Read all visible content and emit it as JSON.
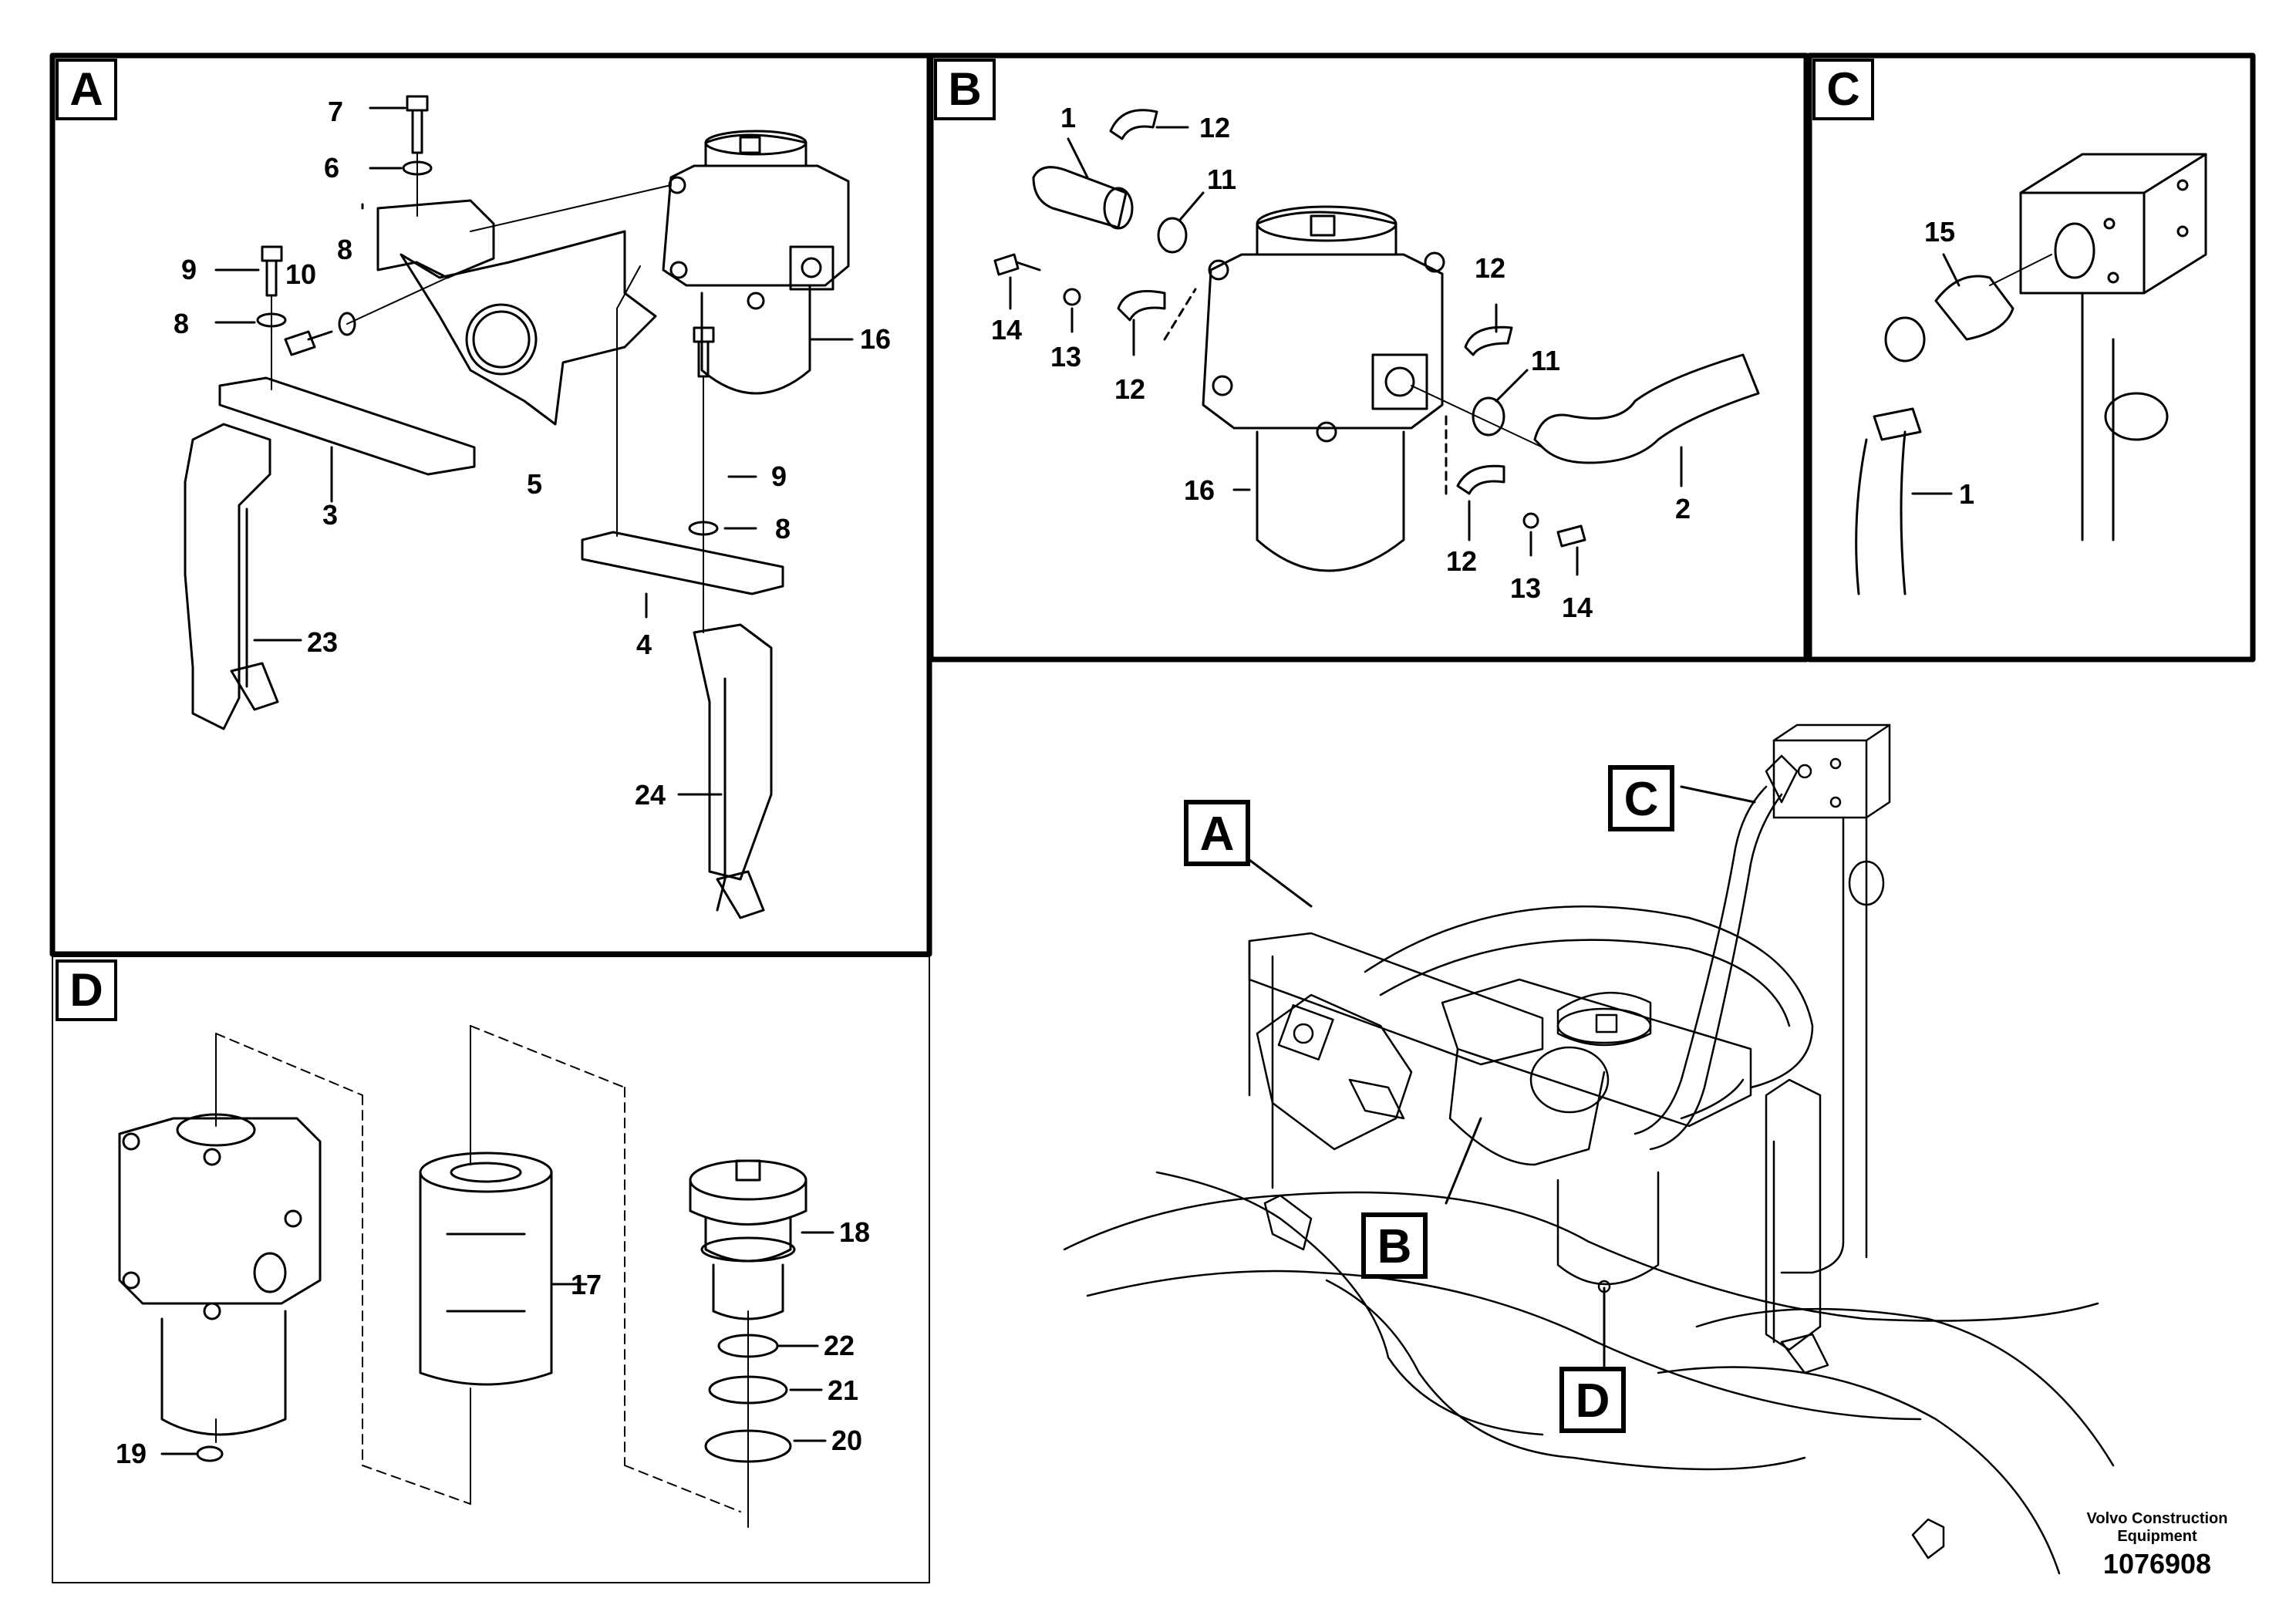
{
  "panels": {
    "A": {
      "label": "A"
    },
    "B": {
      "label": "B"
    },
    "C": {
      "label": "C"
    },
    "D": {
      "label": "D"
    }
  },
  "callouts_overview": {
    "A": "A",
    "B": "B",
    "C": "C",
    "D": "D"
  },
  "parts_a": [
    {
      "id": "a7",
      "text": "7"
    },
    {
      "id": "a6",
      "text": "6"
    },
    {
      "id": "a9",
      "text": "9"
    },
    {
      "id": "a10",
      "text": "10"
    },
    {
      "id": "a8a",
      "text": "8"
    },
    {
      "id": "a8b",
      "text": "8"
    },
    {
      "id": "a16",
      "text": "16"
    },
    {
      "id": "a5",
      "text": "5"
    },
    {
      "id": "a3",
      "text": "3"
    },
    {
      "id": "a9b",
      "text": "9"
    },
    {
      "id": "a8c",
      "text": "8"
    },
    {
      "id": "a4",
      "text": "4"
    },
    {
      "id": "a23",
      "text": "23"
    },
    {
      "id": "a24",
      "text": "24"
    }
  ],
  "parts_b": [
    {
      "id": "b1",
      "text": "1"
    },
    {
      "id": "b12a",
      "text": "12"
    },
    {
      "id": "b11a",
      "text": "11"
    },
    {
      "id": "b14a",
      "text": "14"
    },
    {
      "id": "b13a",
      "text": "13"
    },
    {
      "id": "b12b",
      "text": "12"
    },
    {
      "id": "b12c",
      "text": "12"
    },
    {
      "id": "b11b",
      "text": "11"
    },
    {
      "id": "b16",
      "text": "16"
    },
    {
      "id": "b2",
      "text": "2"
    },
    {
      "id": "b12d",
      "text": "12"
    },
    {
      "id": "b13b",
      "text": "13"
    },
    {
      "id": "b14b",
      "text": "14"
    }
  ],
  "parts_c": [
    {
      "id": "c15",
      "text": "15"
    },
    {
      "id": "c1",
      "text": "1"
    }
  ],
  "parts_d": [
    {
      "id": "d18",
      "text": "18"
    },
    {
      "id": "d17",
      "text": "17"
    },
    {
      "id": "d22",
      "text": "22"
    },
    {
      "id": "d21",
      "text": "21"
    },
    {
      "id": "d20",
      "text": "20"
    },
    {
      "id": "d19",
      "text": "19"
    }
  ],
  "footer": {
    "company_line1": "Volvo Construction",
    "company_line2": "Equipment",
    "drawing_number": "1076908"
  }
}
